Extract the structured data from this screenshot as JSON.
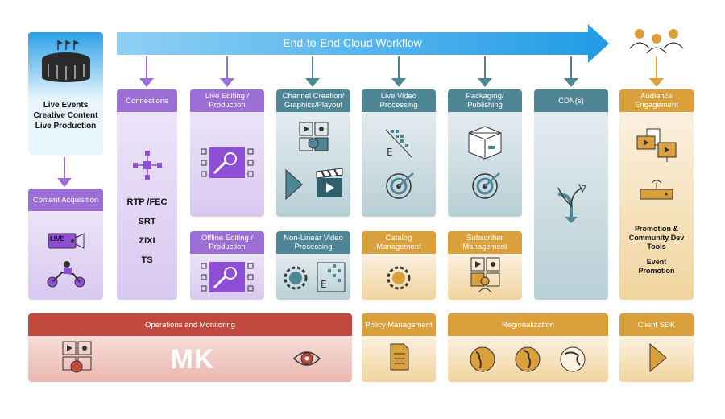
{
  "workflow_banner": {
    "label": "End-to-End Cloud Workflow"
  },
  "source": {
    "lines": [
      "Live Events",
      "Creative Content",
      "Live Production"
    ]
  },
  "content_acquisition": {
    "title": "Content Acquisition",
    "live_badge": "LIVE"
  },
  "connections": {
    "title": "Connections",
    "protocols": [
      "RTP /FEC",
      "SRT",
      "ZIXI",
      "TS"
    ]
  },
  "live_editing": {
    "title": "Live Editing / Production"
  },
  "offline_editing": {
    "title": "Offline Editing / Production"
  },
  "channel_creation": {
    "title": "Channel Creation/ Graphics/Playout"
  },
  "nonlinear": {
    "title": "Non-Linear Video Processing"
  },
  "live_video": {
    "title": "Live Video Processing"
  },
  "catalog": {
    "title": "Catalog Management"
  },
  "packaging": {
    "title": "Packaging/ Publishing"
  },
  "subscriber": {
    "title": "Subscriber Management"
  },
  "cdn": {
    "title": "CDN(s)"
  },
  "audience": {
    "title": "Audience Engagement",
    "text1": "Promotion & Community Dev Tools",
    "text2": "Event Promotion"
  },
  "operations": {
    "title": "Operations and Monitoring",
    "logo": "MK"
  },
  "policy": {
    "title": "Policy Management"
  },
  "regionalization": {
    "title": "Regionalization"
  },
  "client_sdk": {
    "title": "Client SDK"
  },
  "colors": {
    "purple": "#9b6fd6",
    "teal": "#4f8696",
    "orange": "#d9a03c",
    "red": "#c2493d",
    "blue": "#3aa7e8"
  }
}
